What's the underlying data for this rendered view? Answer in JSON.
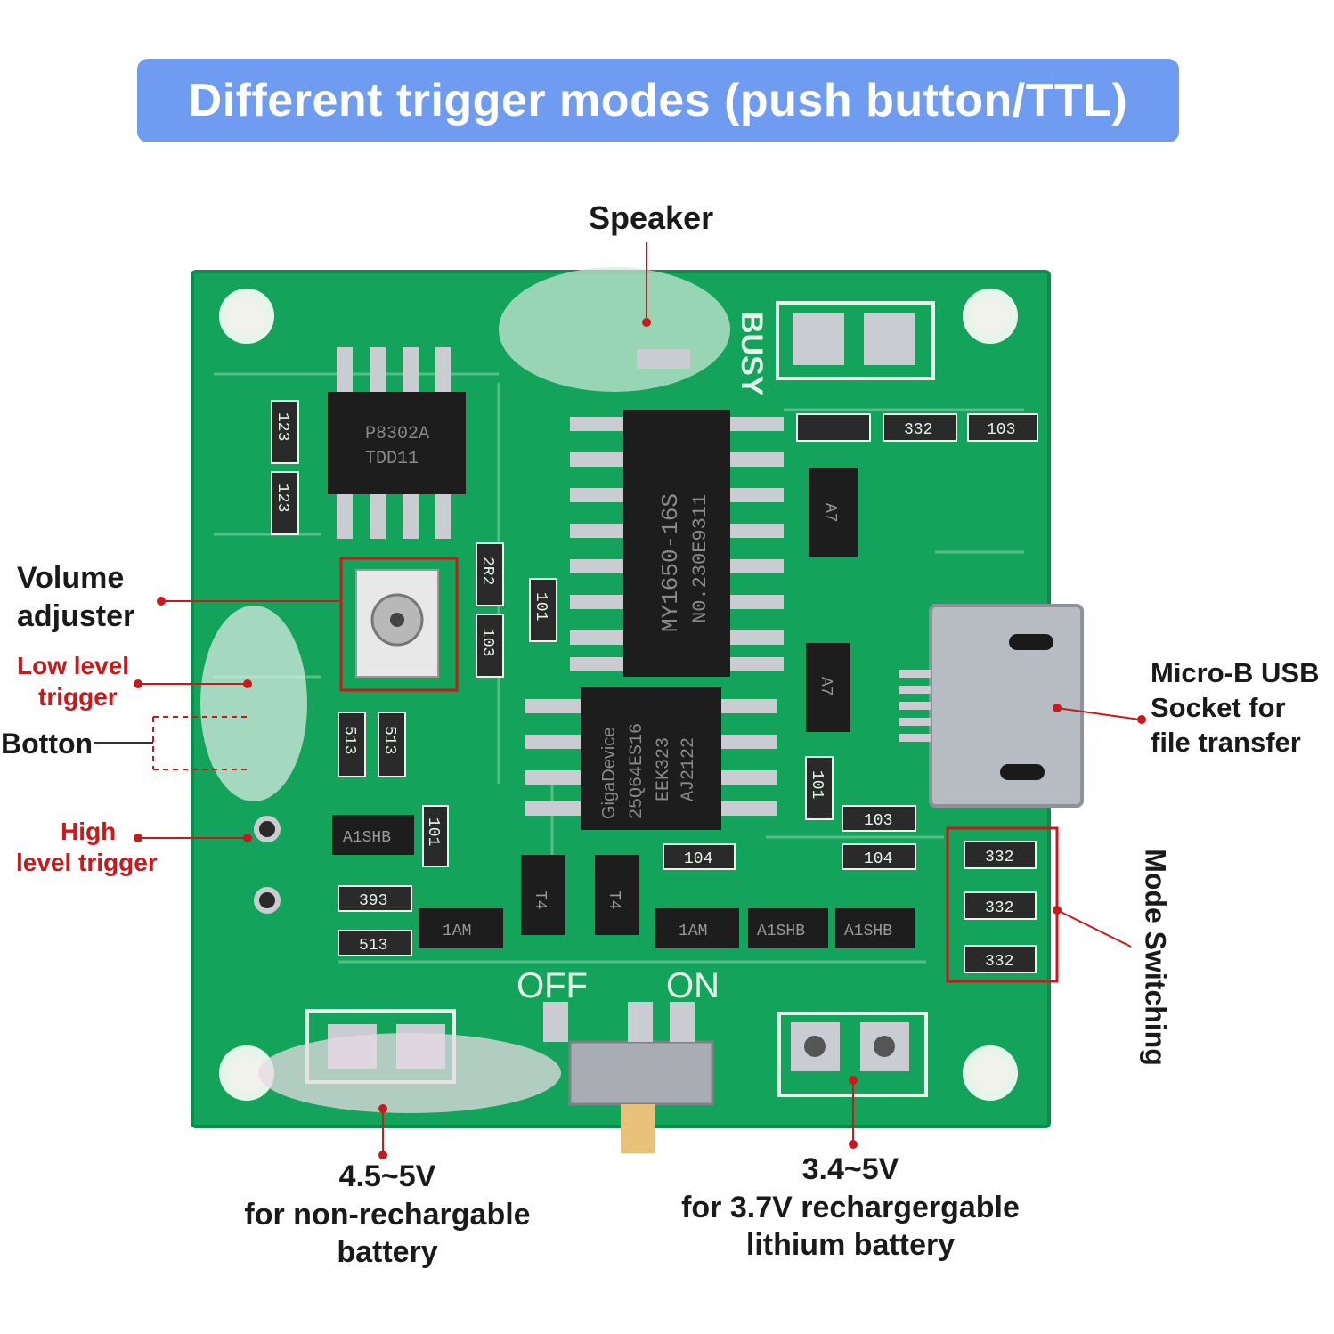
{
  "banner": {
    "title": "Different trigger modes (push button/TTL)"
  },
  "labels": {
    "speaker": "Speaker",
    "volume_line1": "Volume",
    "volume_line2": "adjuster",
    "low_line1": "Low level",
    "low_line2": "trigger",
    "button": "Botton",
    "high_line1": "High",
    "high_line2": "level trigger",
    "usb_line1": "Micro-B USB",
    "usb_line2": "Socket for",
    "usb_line3": "file transfer",
    "mode": "Mode Switching",
    "batt1_line1": "4.5~5V",
    "batt1_line2": "for non-rechargable",
    "batt1_line3": "battery",
    "batt2_line1": "3.4~5V",
    "batt2_line2": "for 3.7V rechargergable",
    "batt2_line3": "lithium battery"
  },
  "board_marks": {
    "busy": "BUSY",
    "amp_chip": "P8302A",
    "amp_chip2": "TDD11",
    "main_chip": "MY1650-16S",
    "main_chip2": "N0.230E9311",
    "flash_brand": "GigaDevice",
    "flash_part": "25Q64ES16",
    "flash_code1": "EEK323",
    "flash_code2": "AJ2122",
    "off": "OFF",
    "on": "ON",
    "r332": "332",
    "r103": "103",
    "r104": "104",
    "r513": "513",
    "r393": "393",
    "r101": "101",
    "r123": "123",
    "r2r2": "2R2",
    "t1am": "1AM",
    "tA1shb": "A1SHB",
    "t4": "T4",
    "a7": "A7"
  },
  "colors": {
    "banner": "#6f9cf0",
    "pcb": "#14a35a",
    "silk": "#e6f5ea",
    "callout_red": "#c8191c",
    "chip": "#1d1d1d",
    "pad": "#c9ccd1"
  }
}
